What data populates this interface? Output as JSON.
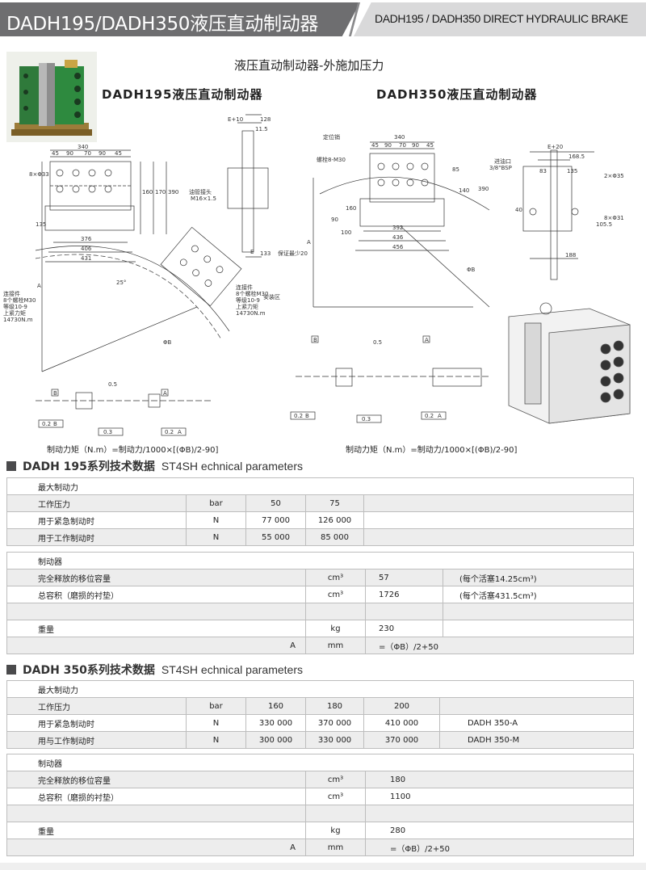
{
  "header": {
    "title_cn": "DADH195/DADH350液压直动制动器",
    "title_en": "DADH195 / DADH350 DIRECT HYDRAULIC BRAKE"
  },
  "intro": {
    "heading": "液压直动制动器-外施加压力",
    "model_a": "DADH195液压直动制动器",
    "model_b": "DADH350液压直动制动器"
  },
  "drawing_a": {
    "dims_top": [
      "340",
      "45",
      "90",
      "70",
      "90",
      "45"
    ],
    "hole_label": "8×Φ33",
    "dims_bottom": [
      "376",
      "406",
      "431"
    ],
    "side_dims": [
      "160",
      "170",
      "390",
      "135",
      "390"
    ],
    "oil_port": "油管接头",
    "oil_port_size": "M16×1.5",
    "side_top": [
      "E+10",
      "128",
      "11.5"
    ],
    "side_bottom": [
      "E",
      "133"
    ],
    "edge_note": "保证最少20",
    "safety": "安装区",
    "angle": "25°",
    "bolt_note_left": [
      "连接件",
      "8个螺栓M30",
      "等级10-9",
      "上紧力矩",
      "14730N.m"
    ],
    "bolt_note_right": [
      "连接件",
      "8个螺栓M30",
      "等级10-9",
      "上紧力矩",
      "14730N.m"
    ],
    "diameter": "ΦB",
    "a_label": "A",
    "tol_labels": [
      "B",
      "0.5",
      "A",
      "0.2",
      "B",
      "0.3",
      "0.2",
      "A"
    ]
  },
  "drawing_b": {
    "locate_pin": "定位销",
    "bolt_label": "螺栓8-M30",
    "dims_top": [
      "340",
      "45",
      "90",
      "70",
      "90",
      "45"
    ],
    "dims_bottom": [
      "392",
      "436",
      "456"
    ],
    "side_dims": [
      "85",
      "140",
      "390",
      "160",
      "90",
      "100"
    ],
    "oil_in": "进油口",
    "oil_in_size": "3/8\"BSP",
    "side_top": [
      "E+20",
      "168.5",
      "83",
      "135"
    ],
    "side_right": [
      "2×Φ35",
      "8×Φ31"
    ],
    "side_bottom": [
      "188",
      "40",
      "105.5"
    ],
    "diameter": "ΦB",
    "a_label": "A",
    "tol_labels": [
      "B",
      "0.5",
      "A",
      "0.2",
      "B",
      "0.3",
      "0.2",
      "A"
    ]
  },
  "formulas": {
    "a": "制动力矩（N.m）=制动力/1000×[(ΦB)/2-90]",
    "b": "制动力矩（N.m）=制动力/1000×[(ΦB)/2-90]"
  },
  "dadh195": {
    "title_cn": "DADH 195系列技术数据",
    "title_en": "ST4SH echnical parameters",
    "force_header": "最大制动力",
    "pressure_label": "工作压力",
    "pressure_unit": "bar",
    "pressures": [
      "50",
      "75"
    ],
    "rows": [
      {
        "label": "用于紧急制动时",
        "unit": "N",
        "values": [
          "77 000",
          "126 000"
        ]
      },
      {
        "label": "用于工作制动时",
        "unit": "N",
        "values": [
          "55 000",
          "85 000"
        ]
      }
    ],
    "brake_header": "制动器",
    "brake_rows": [
      {
        "label": "完全释放的移位容量",
        "unit": "cm³",
        "value": "57",
        "note": "(每个活塞14.25cm³)"
      },
      {
        "label": "总容积（磨损的衬垫）",
        "unit": "cm³",
        "value": "1726",
        "note": "(每个活塞431.5cm³)"
      },
      {
        "label": "",
        "unit": "",
        "value": "",
        "note": ""
      },
      {
        "label": "重量",
        "unit": "kg",
        "value": "230",
        "note": ""
      }
    ],
    "a_row": {
      "label": "A",
      "unit": "mm",
      "value": "=（ΦB）/2+50"
    }
  },
  "dadh350": {
    "title_cn": "DADH 350系列技术数据",
    "title_en": "ST4SH echnical parameters",
    "force_header": "最大制动力",
    "pressure_label": "工作压力",
    "pressure_unit": "bar",
    "pressures": [
      "160",
      "180",
      "200"
    ],
    "rows": [
      {
        "label": "用于紧急制动时",
        "unit": "N",
        "values": [
          "330 000",
          "370 000",
          "410 000"
        ],
        "model": "DADH 350-A"
      },
      {
        "label": "用与工作制动时",
        "unit": "N",
        "values": [
          "300 000",
          "330 000",
          "370 000"
        ],
        "model": "DADH 350-M"
      }
    ],
    "brake_header": "制动器",
    "brake_rows": [
      {
        "label": "完全释放的移位容量",
        "unit": "cm³",
        "value": "180"
      },
      {
        "label": "总容积（磨损的衬垫）",
        "unit": "cm³",
        "value": "1100"
      },
      {
        "label": "",
        "unit": "",
        "value": ""
      },
      {
        "label": "重量",
        "unit": "kg",
        "value": "280"
      }
    ],
    "a_row": {
      "label": "A",
      "unit": "mm",
      "value": "=（ΦB）/2+50"
    }
  }
}
